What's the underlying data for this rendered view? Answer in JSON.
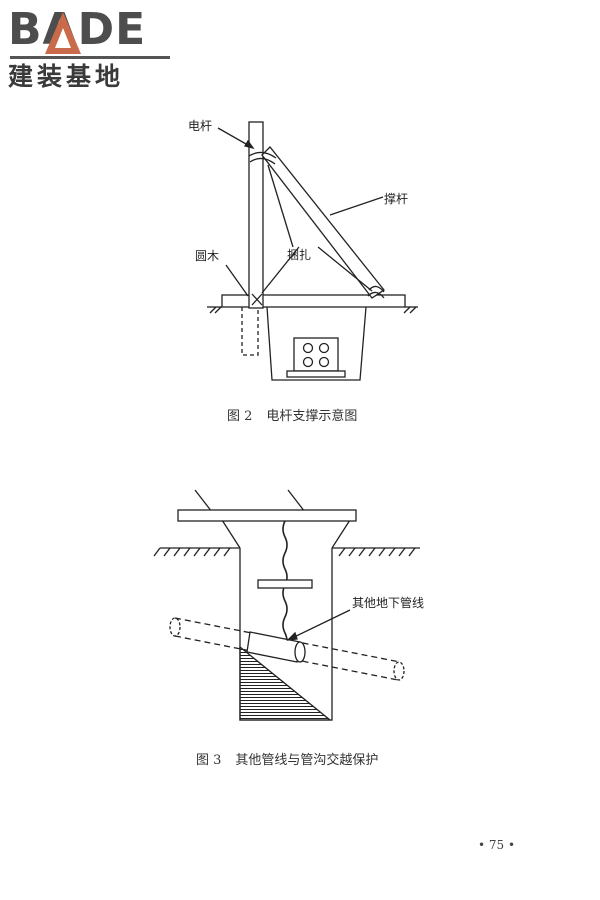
{
  "header": {
    "logo_text": "BADE",
    "logo_subtitle": "建装基地"
  },
  "figure2": {
    "labels": {
      "pole": "电杆",
      "brace": "撑杆",
      "log": "圆木",
      "binding": "捆扎"
    },
    "caption_number": "图 2",
    "caption_text": "电杆支撑示意图"
  },
  "figure3": {
    "labels": {
      "pipeline": "其他地下管线"
    },
    "caption_number": "图 3",
    "caption_text": "其他管线与管沟交越保护"
  },
  "footer": {
    "page_number": "• 75 •"
  },
  "colors": {
    "accent": "#c96a4a",
    "line": "#222222",
    "logo_gray": "#4d4d4d"
  }
}
